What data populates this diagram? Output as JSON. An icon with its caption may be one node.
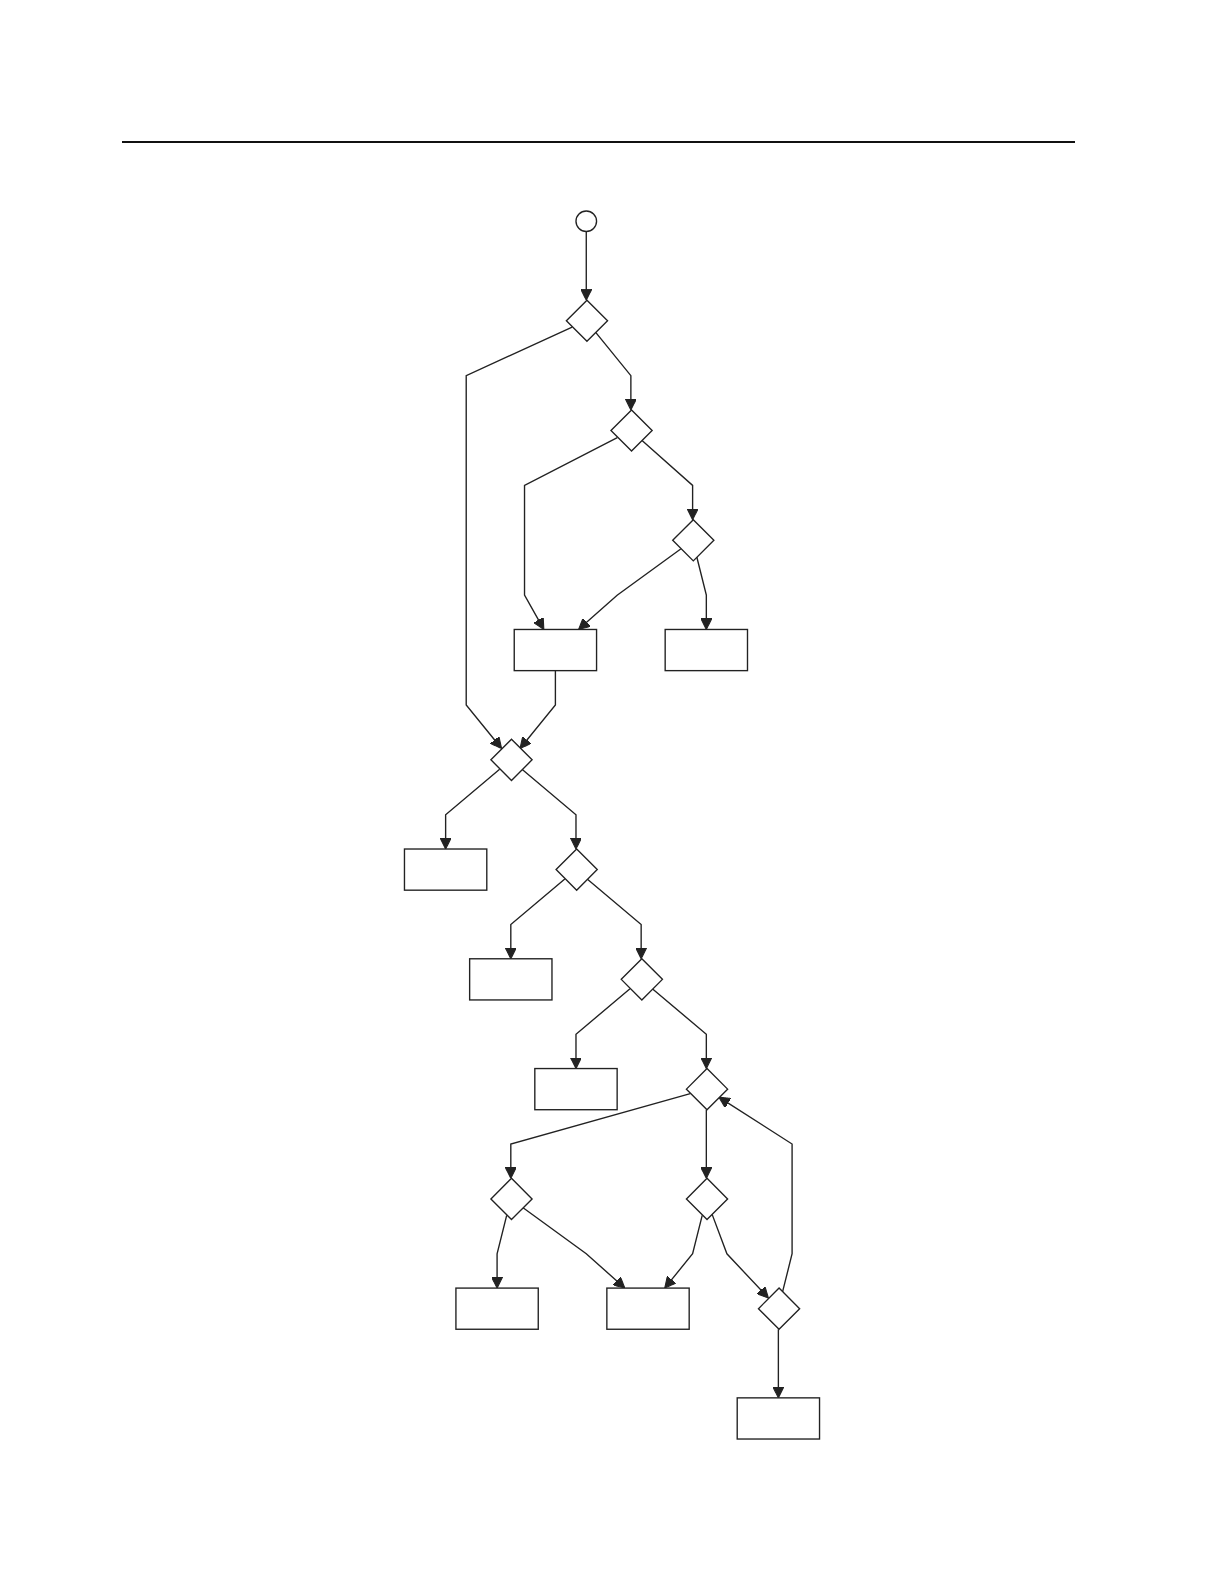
{
  "diagram": {
    "nodes": [
      {
        "text": [],
        "shape": "circle"
      },
      {
        "text": [],
        "shape": "diamond"
      },
      {
        "text": [],
        "shape": "diamond"
      },
      {
        "text": [],
        "shape": "box"
      },
      {
        "text": [],
        "shape": "diamond"
      },
      {
        "text": [],
        "shape": "box"
      },
      {
        "text": [],
        "shape": "diamond"
      },
      {
        "text": [],
        "shape": "box"
      },
      {
        "text": [],
        "shape": "diamond"
      },
      {
        "text": [],
        "shape": "box"
      },
      {
        "text": [],
        "shape": "diamond"
      },
      {
        "text": [],
        "shape": "box"
      },
      {
        "text": [],
        "shape": "diamond"
      },
      {
        "text": [],
        "shape": "diamond"
      },
      {
        "text": [],
        "shape": "box"
      },
      {
        "text": [],
        "shape": "diamond"
      },
      {
        "text": [],
        "shape": "box"
      },
      {
        "text": [],
        "shape": "diamond"
      },
      {
        "text": [],
        "shape": "box"
      }
    ],
    "edges": [
      {
        "from": 0,
        "to": 1,
        "arrow": "to"
      },
      {
        "from": 1,
        "to": 6,
        "arrow": "to"
      },
      {
        "from": 1,
        "to": 2,
        "arrow": "to"
      },
      {
        "from": 2,
        "to": 3,
        "arrow": "to"
      },
      {
        "from": 4,
        "to": 3,
        "arrow": "to"
      },
      {
        "from": 3,
        "to": 6,
        "arrow": "to"
      },
      {
        "from": 2,
        "to": 4,
        "arrow": "to"
      },
      {
        "from": 4,
        "to": 5,
        "arrow": "to"
      },
      {
        "from": 6,
        "to": 7,
        "arrow": "to"
      },
      {
        "from": 6,
        "to": 8,
        "arrow": "to"
      },
      {
        "from": 8,
        "to": 9,
        "arrow": "to"
      },
      {
        "from": 8,
        "to": 10,
        "arrow": "to"
      },
      {
        "from": 10,
        "to": 11,
        "arrow": "to"
      },
      {
        "from": 10,
        "to": 12,
        "arrow": "to"
      },
      {
        "from": 12,
        "to": 13,
        "arrow": "to"
      },
      {
        "from": 12,
        "to": 15,
        "arrow": "to"
      },
      {
        "from": 13,
        "to": 14,
        "arrow": "to"
      },
      {
        "from": 13,
        "to": 16,
        "arrow": "to"
      },
      {
        "from": 15,
        "to": 16,
        "arrow": "to"
      },
      {
        "from": 15,
        "to": 17,
        "arrow": "to"
      },
      {
        "from": 17,
        "to": 18,
        "arrow": "to"
      },
      {
        "from": 17,
        "to": 12,
        "arrow": "to"
      }
    ]
  }
}
